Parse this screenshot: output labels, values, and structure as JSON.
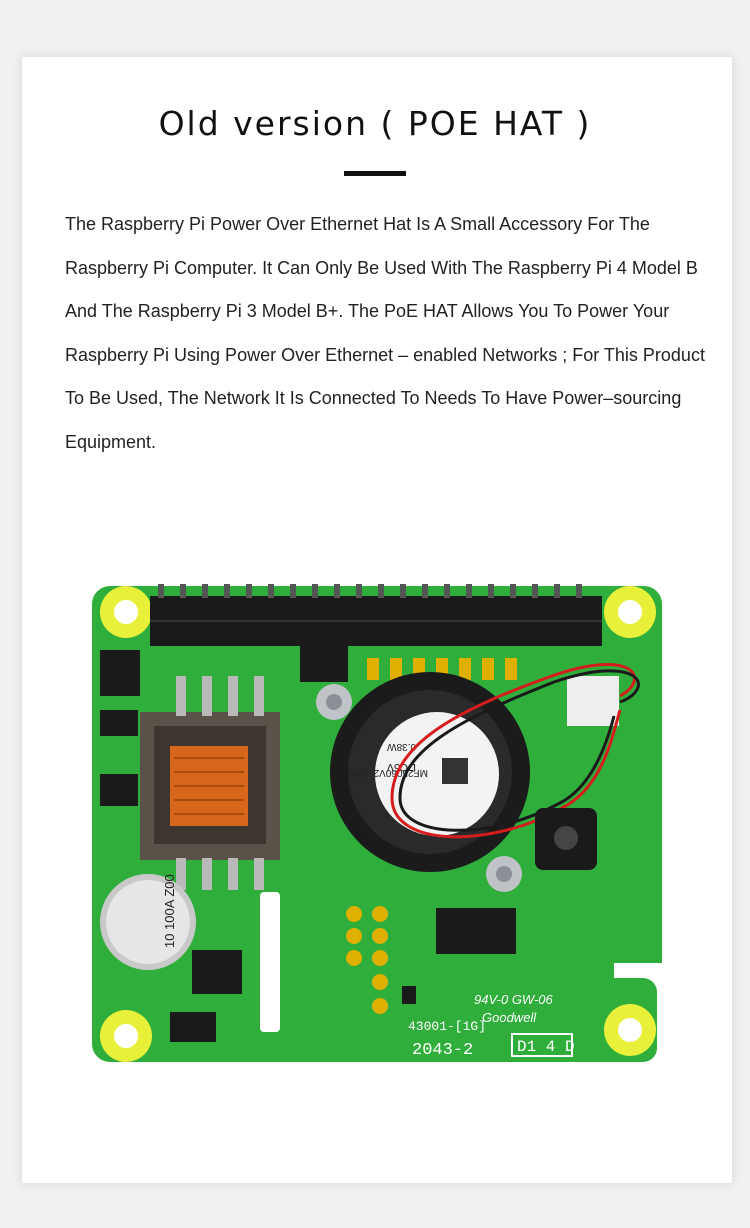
{
  "page": {
    "title": "Old version ( POE HAT )",
    "description": "The Raspberry Pi Power Over Ethernet Hat Is A Small Accessory For The Raspberry Pi Computer. It Can Only Be Used With The Raspberry Pi 4 Model B And The Raspberry Pi 3 Model B+. The PoE HAT Allows You To Power Your Raspberry Pi Using Power Over Ethernet – enabled Networks ; For This Product To Be Used, The Network It Is Connected To Needs To Have Power–sourcing Equipment."
  },
  "board": {
    "pcb_marking_rating": "94V-0  GW-06",
    "pcb_marking_maker": "Goodwell",
    "pcb_marking_part": "43001-[1G]",
    "pcb_marking_date": "2043-2",
    "pcb_marking_code": "D1 4 D",
    "capacitor_label": "10\n100A\nZ00",
    "fan_label_1": "DC5V",
    "fan_label_2": "0.38W",
    "fan_label_3": "MF25060V2-1000",
    "colors": {
      "pcb_green": "#2fae3c",
      "pad_yellow": "#e9f03a",
      "header_black": "#1a1a1a",
      "wire_red": "#d61d1d"
    }
  }
}
